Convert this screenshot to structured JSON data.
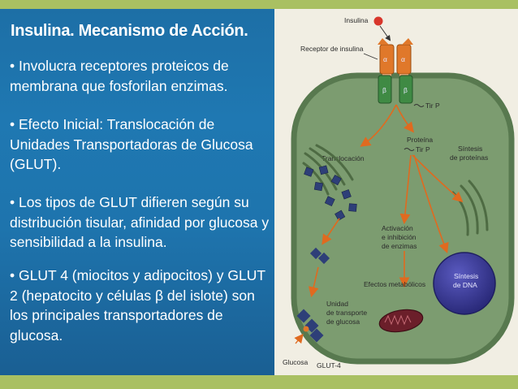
{
  "slide": {
    "title": "Insulina. Mecanismo de Acción.",
    "bullets": [
      "• Involucra receptores proteicos de membrana que fosforilan enzimas.",
      "• Efecto Inicial: Translocación de Unidades Transportadoras de Glucosa (GLUT).",
      "• Los tipos de GLUT difieren según su distribución tisular, afinidad por glucosa y sensibilidad a la insulina.",
      "• GLUT 4 (miocitos y adipocitos) y GLUT 2 (hepatocito y células β del islote) son los principales transportadores de glucosa."
    ]
  },
  "figure": {
    "labels": {
      "insulina": "Insulina",
      "receptor": "Receptor de insulina",
      "alpha": "α",
      "beta": "β",
      "tirp": "Tir P",
      "proteina": "Proteína",
      "proteina_tirp": "Tir P",
      "translocacion": "Translocación",
      "sintesis_proteinas_1": "Síntesis",
      "sintesis_proteinas_2": "de proteínas",
      "activacion_1": "Activación",
      "activacion_2": "e inhibición",
      "activacion_3": "de enzimas",
      "efectos": "Efectos metabólicos",
      "unidad_1": "Unidad",
      "unidad_2": "de transporte",
      "unidad_3": "de glucosa",
      "sintesis_dna_1": "Síntesis",
      "sintesis_dna_2": "de DNA",
      "glucosa": "Glucosa",
      "glut4": "GLUT-4"
    },
    "colors": {
      "cell_fill": "#7c9c70",
      "membrane": "#58794f",
      "receptor_alpha": "#e0782a",
      "receptor_beta": "#3f8a44",
      "insulin": "#d8362b",
      "arrow": "#e06a1f",
      "transporter": "#2e3f78",
      "nucleus": "#3a3a94",
      "mitochondria": "#6b1f2a"
    }
  }
}
